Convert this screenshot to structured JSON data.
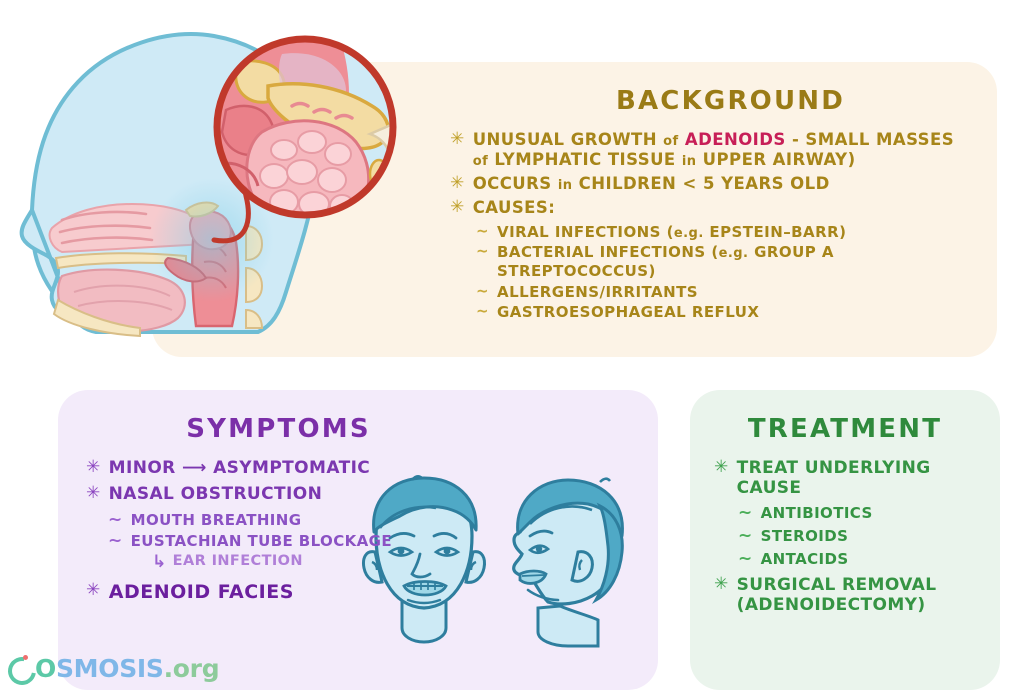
{
  "brand": {
    "logo_o": "O",
    "logo_smosis": "SMOSIS",
    "logo_org": ".org",
    "logo_name": "OSMOSIS.org"
  },
  "colors": {
    "background_panel": "#FCF3E6",
    "background_text": "#A78519",
    "background_title": "#9A7B16",
    "highlight_adenoids": "#C71F57",
    "symptoms_panel": "#F3EBFA",
    "symptoms_text": "#7B37B0",
    "symptoms_subtext": "#8B52C4",
    "symptoms_light": "#B07FD8",
    "treatment_panel": "#EAF4EC",
    "treatment_text": "#359443",
    "illustration_blue": "#A9DEEF",
    "illustration_tissue": "#F2A3A8",
    "magnifier_border": "#C0392B",
    "face_hair": "#57B4D0",
    "face_skin": "#C4E7F2"
  },
  "background": {
    "title": "BACKGROUND",
    "items": [
      {
        "bullet": "✳",
        "pre": "UNUSUAL GROWTH ",
        "of1": "of",
        "highlight": " ADENOIDS ",
        "post": "- SMALL MASSES",
        "line2_of": "of",
        "line2_a": " LYMPHATIC TISSUE ",
        "line2_in": "in",
        "line2_b": " UPPER AIRWAY)"
      }
    ],
    "item_occurs_pre": "OCCURS ",
    "item_occurs_in": "in",
    "item_occurs_post": " CHILDREN < 5 YEARS OLD",
    "item_causes": "CAUSES:",
    "causes": [
      {
        "bullet": "~",
        "main": "VIRAL INFECTIONS ",
        "paren_open": "(",
        "eg": "e.g.",
        "paren_rest": " EPSTEIN–BARR)"
      },
      {
        "bullet": "~",
        "main": "BACTERIAL INFECTIONS ",
        "paren_open": "(",
        "eg": "e.g.",
        "paren_rest": " GROUP A STREPTOCOCCUS)"
      },
      {
        "bullet": "~",
        "main": "ALLERGENS/IRRITANTS",
        "paren_open": "",
        "eg": "",
        "paren_rest": ""
      },
      {
        "bullet": "~",
        "main": "GASTROESOPHAGEAL REFLUX",
        "paren_open": "",
        "eg": "",
        "paren_rest": ""
      }
    ]
  },
  "symptoms": {
    "title": "SYMPTOMS",
    "item_minor_pre": "MINOR ",
    "item_minor_arrow": "⟶",
    "item_minor_post": " ASYMPTOMATIC",
    "item_nasal": "NASAL OBSTRUCTION",
    "sub_items": [
      {
        "bullet": "~",
        "label": "MOUTH BREATHING"
      },
      {
        "bullet": "~",
        "label": "EUSTACHIAN TUBE BLOCKAGE"
      }
    ],
    "ear_arrow": "↳",
    "ear_label": "EAR INFECTION",
    "item_facies": "ADENOID FACIES",
    "bullet": "✳"
  },
  "treatment": {
    "title": "TREATMENT",
    "item_treat_cause": "TREAT UNDERLYING CAUSE",
    "sub_items": [
      {
        "bullet": "~",
        "label": "ANTIBIOTICS"
      },
      {
        "bullet": "~",
        "label": "STEROIDS"
      },
      {
        "bullet": "~",
        "label": "ANTACIDS"
      }
    ],
    "item_surgical_line1": "SURGICAL REMOVAL",
    "item_surgical_line2": "(ADENOIDECTOMY)",
    "bullet": "✳"
  },
  "illustrations": {
    "head_sagittal": "sagittal-head-cross-section-with-magnified-adenoid",
    "faces": "child-adenoid-facies-frontal-and-profile"
  }
}
